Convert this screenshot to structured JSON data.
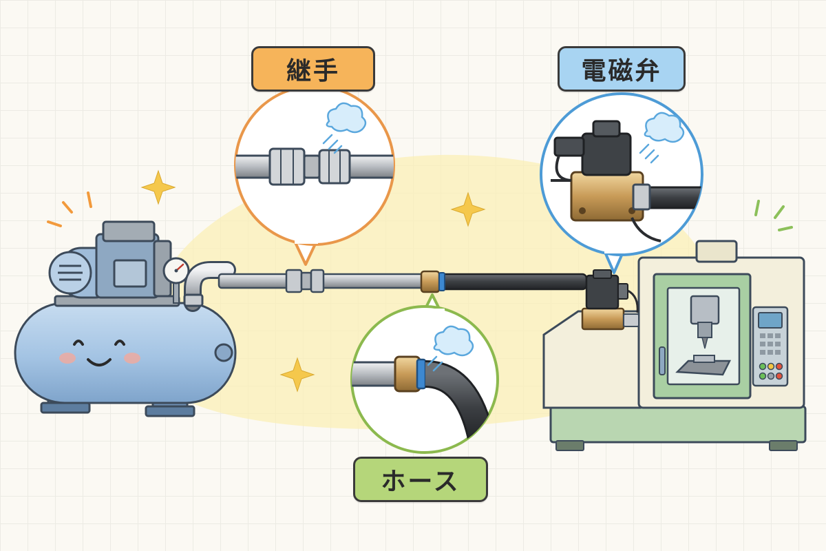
{
  "labels": {
    "joint": "継手",
    "solenoid_valve": "電磁弁",
    "hose": "ホース"
  },
  "colors": {
    "joint": "#f6b45a",
    "solenoid_valve": "#a8d4f2",
    "hose": "#b5d67a",
    "joint_ring": "#e9974a",
    "valve_ring": "#4d9bd6",
    "hose_ring": "#8cb94e",
    "tank": "#a9c8e6",
    "machine": "#f3efdc",
    "machine_base": "#b9d6b1",
    "background_blob": "#fbefb7"
  }
}
